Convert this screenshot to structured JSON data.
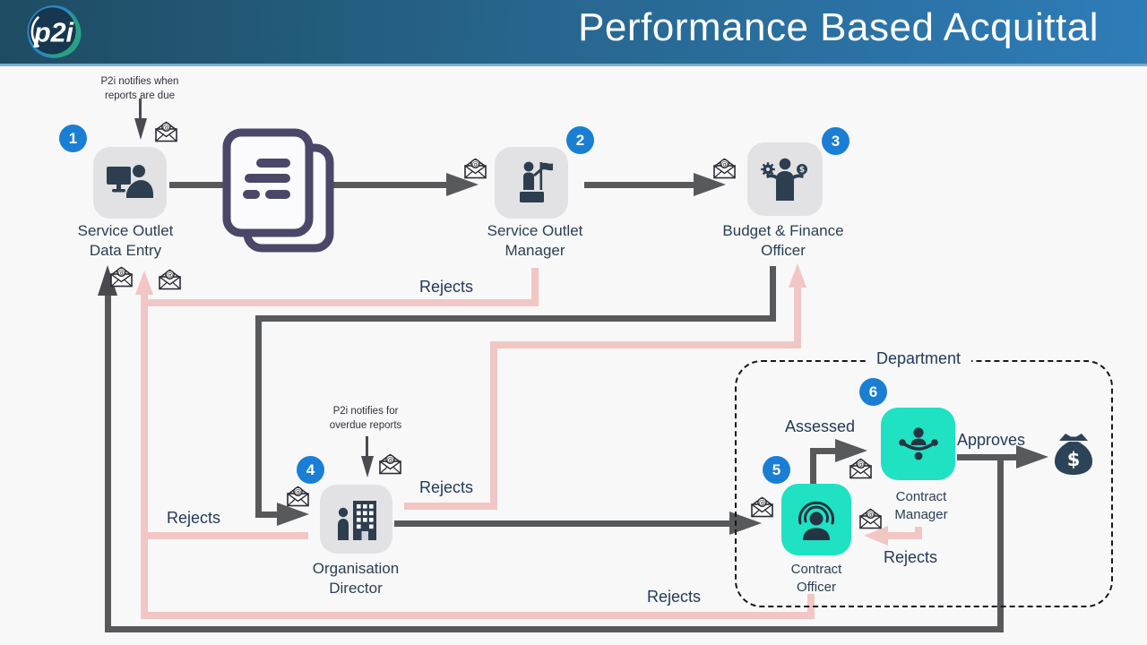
{
  "header": {
    "logo_text": "p2i",
    "title": "Performance Based Acquittal"
  },
  "steps": [
    {
      "num": "1",
      "label": "Service Outlet\nData Entry"
    },
    {
      "num": "2",
      "label": "Service Outlet\nManager"
    },
    {
      "num": "3",
      "label": "Budget & Finance\nOfficer"
    },
    {
      "num": "4",
      "label": "Organisation\nDirector"
    },
    {
      "num": "5",
      "label": "Contract\nOfficer"
    },
    {
      "num": "6",
      "label": "Contract\nManager"
    }
  ],
  "notes": {
    "reports_due": "P2i notifies when\nreports are due",
    "overdue_reports": "P2i notifies for\noverdue reports"
  },
  "flow": {
    "rejects_som_to_entry": "Rejects",
    "rejects_org_to_bf": "Rejects",
    "rejects_org_to_entry": "Rejects",
    "rejects_cm_to_co": "Rejects",
    "rejects_co_to_entry": "Rejects",
    "assessed": "Assessed",
    "approves": "Approves",
    "department": "Department"
  },
  "icons": [
    "p2i-logo",
    "report-document-icon",
    "email-envelope-icon",
    "data-entry-person-icon",
    "flag-manager-icon",
    "finance-officer-icon",
    "director-building-icon",
    "contract-officer-icon",
    "contract-manager-icon",
    "money-bag-icon"
  ],
  "colors": {
    "header_gradient_start": "#1e4c62",
    "header_gradient_end": "#2e7cb8",
    "badge_blue": "#1a7fd4",
    "tile_gray": "#e2e2e4",
    "tile_teal": "#1fe2c2",
    "line_dark": "#58595b",
    "line_pink": "#f2c6c4",
    "icon_navy": "#2d3e50",
    "document_outline": "#4b4768",
    "label_navy": "#2c3e54"
  }
}
